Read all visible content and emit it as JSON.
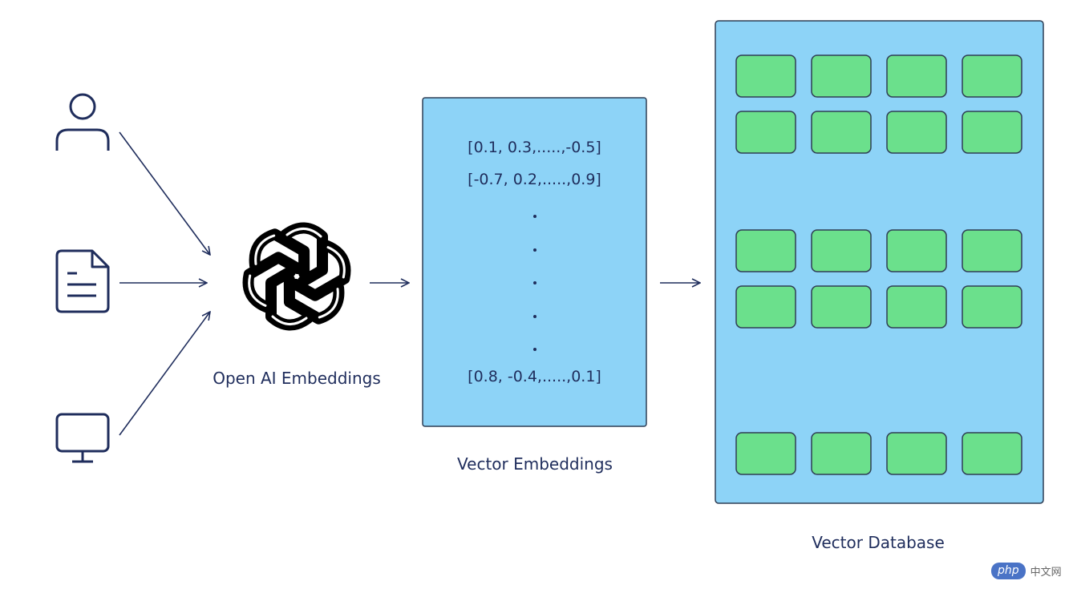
{
  "labels": {
    "openai": "Open AI Embeddings",
    "vector_embeddings": "Vector Embeddings",
    "vector_database": "Vector Database"
  },
  "vectors": {
    "first": "[0.1, 0.3,.....,-0.5]",
    "second": "[-0.7, 0.2,.....,0.9]",
    "last": "[0.8, -0.4,.....,0.1]"
  },
  "inputs": [
    "user-icon",
    "document-icon",
    "monitor-icon"
  ],
  "watermark": {
    "badge": "php",
    "text": "中文网"
  },
  "colors": {
    "navy": "#1f2d5c",
    "panel_fill": "#8dd3f7",
    "cell_fill": "#6be08c",
    "cell_border": "#2f3e55"
  }
}
